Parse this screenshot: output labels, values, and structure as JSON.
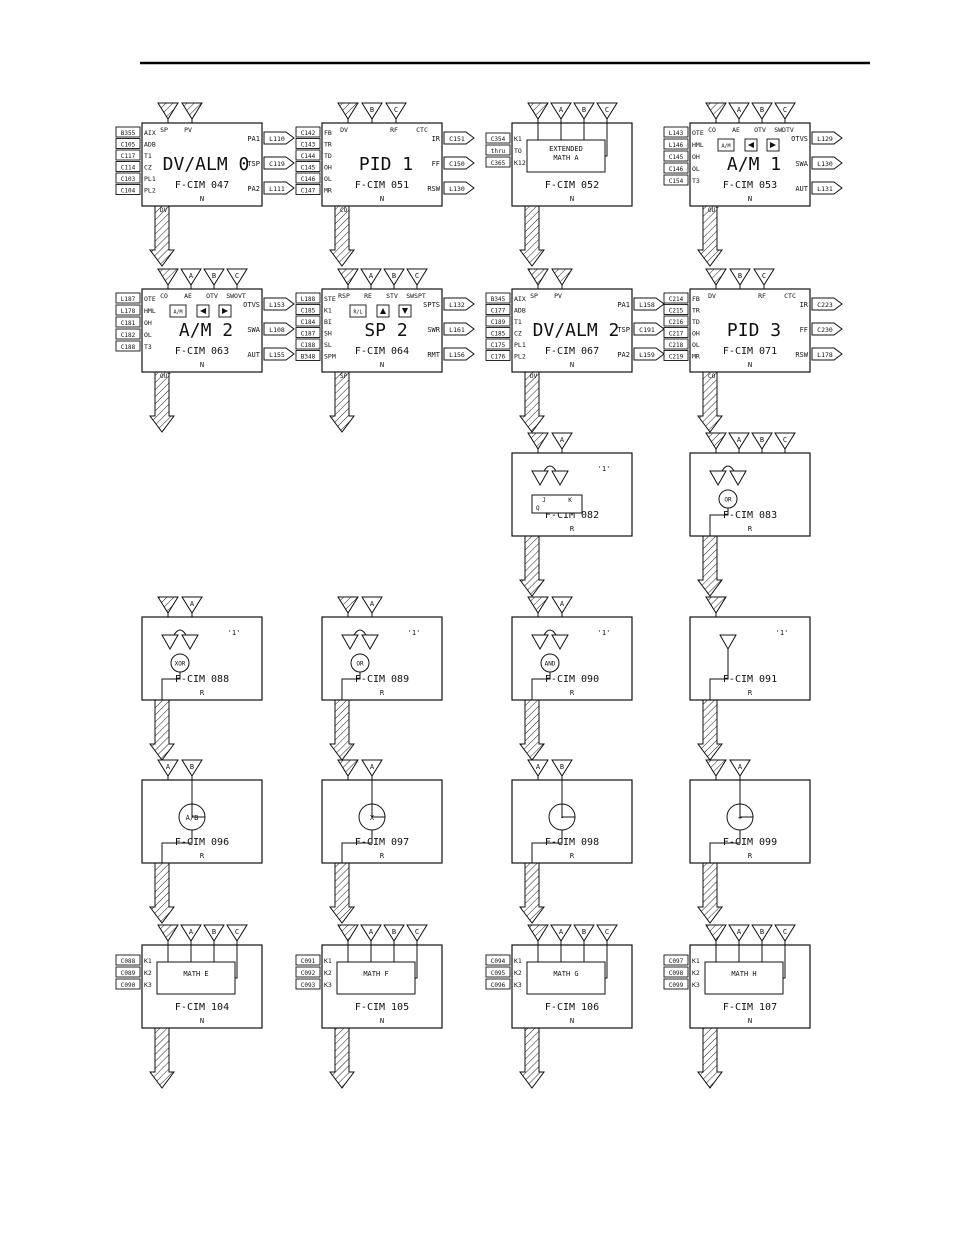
{
  "blocks": [
    {
      "id": "b047",
      "shape": "feat",
      "title": "DV/ALM 0",
      "fcim": "F-CIM 047",
      "code": "N",
      "tops": [
        "SP",
        "PV"
      ],
      "tri": [
        "",
        ""
      ],
      "lrefs": [
        "B355",
        "C105",
        "C117",
        "C114",
        "C103",
        "C104"
      ],
      "lins": [
        "AIX",
        "ADB",
        "T1",
        "CZ",
        "PL1",
        "PL2"
      ],
      "outs": [
        {
          "label": "PA1",
          "ref": "L110"
        },
        {
          "label": "TSP",
          "ref": "C119"
        },
        {
          "label": "PA2",
          "ref": "L111"
        }
      ],
      "bottom": "DV"
    },
    {
      "id": "b051",
      "shape": "feat",
      "title": "PID 1",
      "fcim": "F-CIM 051",
      "code": "N",
      "tops": [
        "DV",
        "RF",
        "CTC"
      ],
      "tri": [
        "",
        "B",
        "C"
      ],
      "lrefs": [
        "C142",
        "C143",
        "C144",
        "C145",
        "C146",
        "C147"
      ],
      "lins": [
        "FB",
        "TR",
        "TD",
        "OH",
        "OL",
        "MR"
      ],
      "outs": [
        {
          "label": "IR",
          "ref": "C151"
        },
        {
          "label": "FF",
          "ref": "C150"
        },
        {
          "label": "RSW",
          "ref": "L130"
        }
      ],
      "bottom": "CO"
    },
    {
      "id": "b052",
      "shape": "math",
      "title": "EXTENDED\nMATH A",
      "fcim": "F-CIM 052",
      "code": "N",
      "tops": [
        "",
        "",
        "",
        ""
      ],
      "tri": [
        "",
        "A",
        "B",
        "C"
      ],
      "lrefs": [
        "C354",
        "thru",
        "C365"
      ],
      "lins": [
        "K1",
        "TO",
        "K12"
      ]
    },
    {
      "id": "b053",
      "shape": "am",
      "title": "A/M 1",
      "fcim": "F-CIM 053",
      "code": "N",
      "tops": [
        "CO",
        "AE",
        "OTV",
        "SWDTV"
      ],
      "tri": [
        "",
        "A",
        "B",
        "C"
      ],
      "lrefs": [
        "L143",
        "L146",
        "C145",
        "C146",
        "C154"
      ],
      "lins": [
        "OTE",
        "HML",
        "OH",
        "OL",
        "T3"
      ],
      "outs": [
        {
          "label": "OTVS",
          "ref": "L129"
        },
        {
          "label": "SWA",
          "ref": "L130"
        },
        {
          "label": "AUT",
          "ref": "L131"
        }
      ],
      "bottom": "OUT",
      "am": "A/M"
    },
    {
      "id": "b063",
      "shape": "am",
      "title": "A/M 2",
      "fcim": "F-CIM 063",
      "code": "N",
      "tops": [
        "CO",
        "AE",
        "OTV",
        "SWOVT"
      ],
      "tri": [
        "",
        "A",
        "B",
        "C"
      ],
      "lrefs": [
        "L187",
        "L178",
        "C181",
        "C182",
        "C188"
      ],
      "lins": [
        "OTE",
        "HML",
        "OH",
        "OL",
        "T3"
      ],
      "outs": [
        {
          "label": "OTVS",
          "ref": "L153"
        },
        {
          "label": "SWA",
          "ref": "L108"
        },
        {
          "label": "AUT",
          "ref": "L155"
        }
      ],
      "bottom": "OUT",
      "am": "A/M"
    },
    {
      "id": "b064",
      "shape": "sp",
      "title": "SP 2",
      "fcim": "F-CIM 064",
      "code": "N",
      "tops": [
        "RSP",
        "RE",
        "STV",
        "SWSPT"
      ],
      "tri": [
        "",
        "A",
        "B",
        "C"
      ],
      "lrefs": [
        "L188",
        "C185",
        "C184",
        "C187",
        "C188",
        "B348"
      ],
      "lins": [
        "STE",
        "K1",
        "BI",
        "SH",
        "SL",
        "SPM"
      ],
      "outs": [
        {
          "label": "SPTS",
          "ref": "L132"
        },
        {
          "label": "SWR",
          "ref": "L161"
        },
        {
          "label": "RMT",
          "ref": "L156"
        }
      ],
      "bottom": "SP",
      "am": "R/L"
    },
    {
      "id": "b067",
      "shape": "feat",
      "title": "DV/ALM 2",
      "fcim": "F-CIM 067",
      "code": "N",
      "tops": [
        "SP",
        "PV"
      ],
      "tri": [
        "",
        ""
      ],
      "lrefs": [
        "B345",
        "C177",
        "C189",
        "C185",
        "C175",
        "C176"
      ],
      "lins": [
        "AIX",
        "ADB",
        "T1",
        "CZ",
        "PL1",
        "PL2"
      ],
      "outs": [
        {
          "label": "PA1",
          "ref": "L158"
        },
        {
          "label": "TSP",
          "ref": "C191"
        },
        {
          "label": "PA2",
          "ref": "L159"
        }
      ],
      "bottom": "DV"
    },
    {
      "id": "b071",
      "shape": "feat",
      "title": "PID 3",
      "fcim": "F-CIM 071",
      "code": "N",
      "tops": [
        "DV",
        "RF",
        "CTC"
      ],
      "tri": [
        "",
        "B",
        "C"
      ],
      "lrefs": [
        "C214",
        "C215",
        "C216",
        "C217",
        "C218",
        "C219"
      ],
      "lins": [
        "FB",
        "TR",
        "TD",
        "OH",
        "OL",
        "MR"
      ],
      "outs": [
        {
          "label": "IR",
          "ref": "C223"
        },
        {
          "label": "FF",
          "ref": "C230"
        },
        {
          "label": "RSW",
          "ref": "L178"
        }
      ],
      "bottom": "CO"
    },
    {
      "id": "b082",
      "shape": "flip",
      "fcim": "F-CIM 082",
      "code": "R",
      "tri": [
        "",
        "A"
      ],
      "q": "Q",
      "j": "J",
      "k": "K",
      "one": "'1'"
    },
    {
      "id": "b083",
      "shape": "gate3",
      "fcim": "F-CIM 083",
      "code": "R",
      "tri": [
        "",
        "A",
        "B",
        "C"
      ],
      "gate": "OR"
    },
    {
      "id": "b088",
      "shape": "gate2",
      "fcim": "F-CIM 088",
      "code": "R",
      "tri": [
        "",
        "A"
      ],
      "gate": "XOR",
      "one": "'1'"
    },
    {
      "id": "b089",
      "shape": "gate2",
      "fcim": "F-CIM 089",
      "code": "R",
      "tri": [
        "",
        "A"
      ],
      "gate": "OR",
      "one": "'1'"
    },
    {
      "id": "b090",
      "shape": "gate2",
      "fcim": "F-CIM 090",
      "code": "R",
      "tri": [
        "",
        "A"
      ],
      "gate": "AND",
      "one": "'1'"
    },
    {
      "id": "b091",
      "shape": "gate1",
      "fcim": "F-CIM 091",
      "code": "R",
      "tri": [
        ""
      ],
      "one": "'1'"
    },
    {
      "id": "b096",
      "shape": "arith",
      "fcim": "F-CIM 096",
      "code": "R",
      "tri": [
        "A",
        "B"
      ],
      "op": "A/B"
    },
    {
      "id": "b097",
      "shape": "arith",
      "fcim": "F-CIM 097",
      "code": "R",
      "tri": [
        "",
        "A"
      ],
      "op": "X"
    },
    {
      "id": "b098",
      "shape": "arith",
      "fcim": "F-CIM 098",
      "code": "R",
      "tri": [
        "A",
        "B"
      ],
      "op": "-"
    },
    {
      "id": "b099",
      "shape": "arith",
      "fcim": "F-CIM 099",
      "code": "R",
      "tri": [
        "",
        "A"
      ],
      "op": "+"
    },
    {
      "id": "b104",
      "shape": "math",
      "title": "MATH E",
      "fcim": "F-CIM 104",
      "code": "N",
      "tri": [
        "",
        "A",
        "B",
        "C"
      ],
      "lrefs": [
        "C088",
        "C089",
        "C090"
      ],
      "lins": [
        "K1",
        "K2",
        "K3"
      ]
    },
    {
      "id": "b105",
      "shape": "math",
      "title": "MATH F",
      "fcim": "F-CIM 105",
      "code": "N",
      "tri": [
        "",
        "A",
        "B",
        "C"
      ],
      "lrefs": [
        "C091",
        "C092",
        "C093"
      ],
      "lins": [
        "K1",
        "K2",
        "K3"
      ]
    },
    {
      "id": "b106",
      "shape": "math",
      "title": "MATH G",
      "fcim": "F-CIM 106",
      "code": "N",
      "tri": [
        "",
        "A",
        "B",
        "C"
      ],
      "lrefs": [
        "C094",
        "C095",
        "C096"
      ],
      "lins": [
        "K1",
        "K2",
        "K3"
      ]
    },
    {
      "id": "b107",
      "shape": "math",
      "title": "MATH H",
      "fcim": "F-CIM 107",
      "code": "N",
      "tri": [
        "",
        "A",
        "B",
        "C"
      ],
      "lrefs": [
        "C097",
        "C098",
        "C099"
      ],
      "lins": [
        "K1",
        "K2",
        "K3"
      ]
    }
  ]
}
